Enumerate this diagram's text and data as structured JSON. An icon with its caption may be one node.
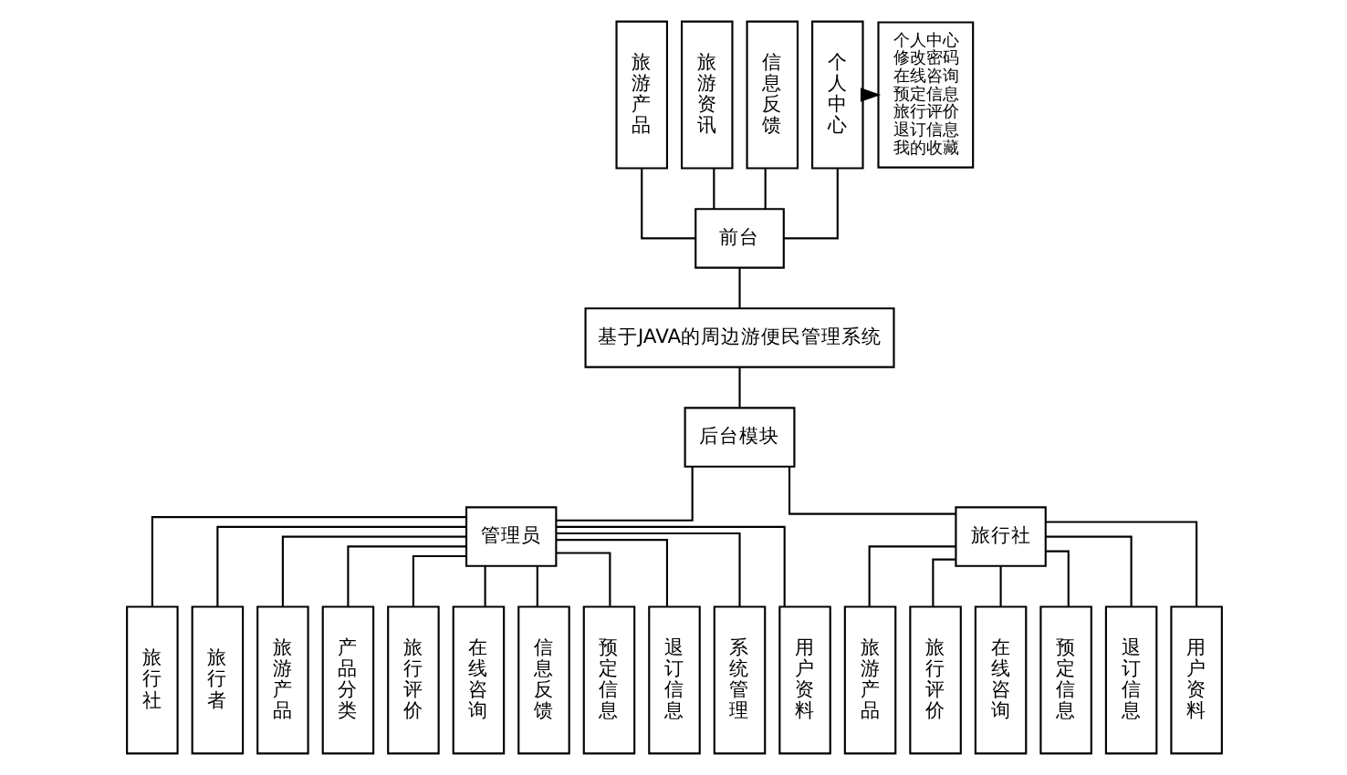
{
  "diagram": {
    "nodes": [
      {
        "text": [
          "旅游产品"
        ]
      },
      {
        "text": [
          "旅游资讯"
        ]
      },
      {
        "text": [
          "信息反馈"
        ]
      },
      {
        "text": [
          "个人中心"
        ]
      },
      {
        "text": [
          "个人中心",
          "修改密码",
          "在线咨询",
          "预定信息",
          "旅行评价",
          "退订信息",
          "我的收藏"
        ]
      },
      {
        "text": [
          "前台"
        ]
      },
      {
        "text": [
          "基于JAVA的周边游便民管理系统"
        ]
      },
      {
        "text": [
          "后台模块"
        ]
      },
      {
        "text": [
          "管理员"
        ]
      },
      {
        "text": [
          "旅行社"
        ]
      },
      {
        "text": [
          "旅行社"
        ]
      },
      {
        "text": [
          "旅行者"
        ]
      },
      {
        "text": [
          "旅游产品"
        ]
      },
      {
        "text": [
          "产品分类"
        ]
      },
      {
        "text": [
          "旅行评价"
        ]
      },
      {
        "text": [
          "在线咨询"
        ]
      },
      {
        "text": [
          "信息反馈"
        ]
      },
      {
        "text": [
          "预定信息"
        ]
      },
      {
        "text": [
          "退订信息"
        ]
      },
      {
        "text": [
          "系统管理"
        ]
      },
      {
        "text": [
          "用户资料"
        ]
      },
      {
        "text": [
          "旅游产品"
        ]
      },
      {
        "text": [
          "旅行评价"
        ]
      },
      {
        "text": [
          "在线咨询"
        ]
      },
      {
        "text": [
          "预定信息"
        ]
      },
      {
        "text": [
          "退订信息"
        ]
      },
      {
        "text": [
          "用户资料"
        ]
      }
    ],
    "edges": [
      {
        "from": 0,
        "to": 5,
        "arrow": "none"
      },
      {
        "from": 1,
        "to": 5,
        "arrow": "none"
      },
      {
        "from": 2,
        "to": 5,
        "arrow": "none"
      },
      {
        "from": 3,
        "to": 5,
        "arrow": "none"
      },
      {
        "from": 3,
        "to": 4,
        "arrow": "to"
      },
      {
        "from": 5,
        "to": 6,
        "arrow": "none"
      },
      {
        "from": 6,
        "to": 7,
        "arrow": "none"
      },
      {
        "from": 7,
        "to": 8,
        "arrow": "none"
      },
      {
        "from": 7,
        "to": 9,
        "arrow": "none"
      },
      {
        "from": 8,
        "to": 10,
        "arrow": "none"
      },
      {
        "from": 8,
        "to": 11,
        "arrow": "none"
      },
      {
        "from": 8,
        "to": 12,
        "arrow": "none"
      },
      {
        "from": 8,
        "to": 13,
        "arrow": "none"
      },
      {
        "from": 8,
        "to": 14,
        "arrow": "none"
      },
      {
        "from": 8,
        "to": 15,
        "arrow": "none"
      },
      {
        "from": 8,
        "to": 16,
        "arrow": "none"
      },
      {
        "from": 8,
        "to": 17,
        "arrow": "none"
      },
      {
        "from": 8,
        "to": 18,
        "arrow": "none"
      },
      {
        "from": 8,
        "to": 19,
        "arrow": "none"
      },
      {
        "from": 8,
        "to": 20,
        "arrow": "none"
      },
      {
        "from": 9,
        "to": 21,
        "arrow": "none"
      },
      {
        "from": 9,
        "to": 22,
        "arrow": "none"
      },
      {
        "from": 9,
        "to": 23,
        "arrow": "none"
      },
      {
        "from": 9,
        "to": 24,
        "arrow": "none"
      },
      {
        "from": 9,
        "to": 25,
        "arrow": "none"
      },
      {
        "from": 9,
        "to": 26,
        "arrow": "none"
      }
    ]
  }
}
